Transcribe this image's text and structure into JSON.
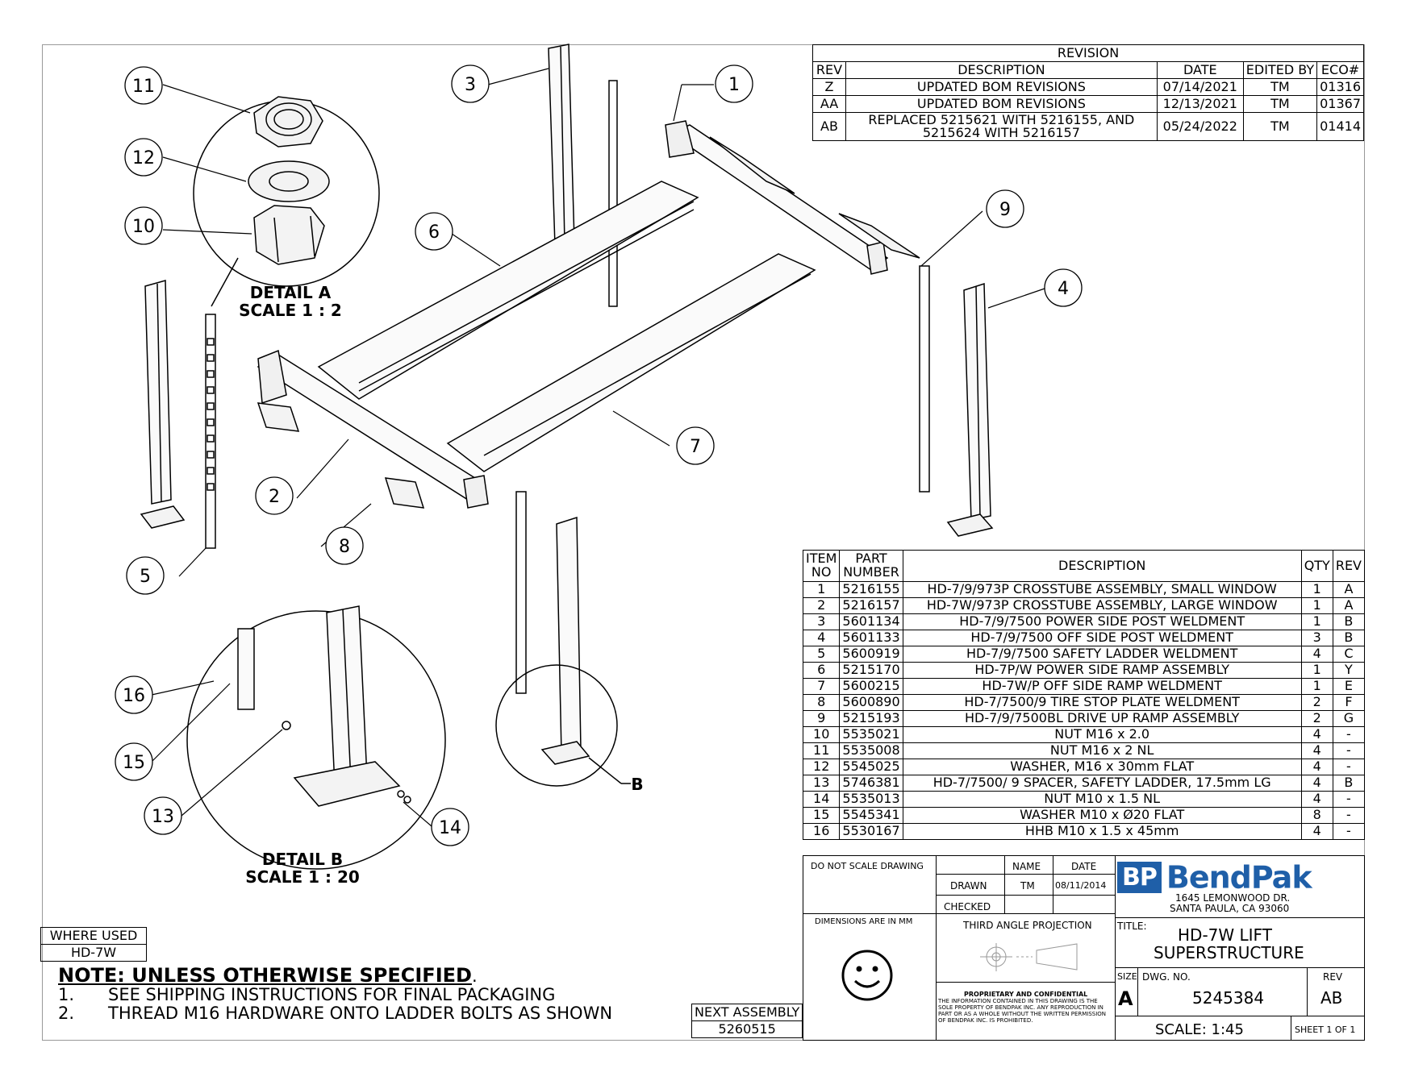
{
  "revision": {
    "title": "REVISION",
    "headers": [
      "REV",
      "DESCRIPTION",
      "DATE",
      "EDITED BY",
      "ECO#"
    ],
    "rows": [
      [
        "Z",
        "UPDATED BOM REVISIONS",
        "07/14/2021",
        "TM",
        "01316"
      ],
      [
        "AA",
        "UPDATED BOM REVISIONS",
        "12/13/2021",
        "TM",
        "01367"
      ],
      [
        "AB",
        "REPLACED 5215621 WITH 5216155, AND 5215624 WITH 5216157",
        "05/24/2022",
        "TM",
        "01414"
      ]
    ]
  },
  "bom": {
    "headers": [
      "ITEM NO",
      "PART NUMBER",
      "DESCRIPTION",
      "QTY",
      "REV"
    ],
    "rows": [
      [
        "1",
        "5216155",
        "HD-7/9/973P CROSSTUBE ASSEMBLY, SMALL WINDOW",
        "1",
        "A"
      ],
      [
        "2",
        "5216157",
        "HD-7W/973P CROSSTUBE ASSEMBLY, LARGE WINDOW",
        "1",
        "A"
      ],
      [
        "3",
        "5601134",
        "HD-7/9/7500 POWER SIDE POST WELDMENT",
        "1",
        "B"
      ],
      [
        "4",
        "5601133",
        "HD-7/9/7500 OFF SIDE POST WELDMENT",
        "3",
        "B"
      ],
      [
        "5",
        "5600919",
        "HD-7/9/7500 SAFETY LADDER WELDMENT",
        "4",
        "C"
      ],
      [
        "6",
        "5215170",
        "HD-7P/W POWER SIDE RAMP ASSEMBLY",
        "1",
        "Y"
      ],
      [
        "7",
        "5600215",
        "HD-7W/P OFF SIDE RAMP WELDMENT",
        "1",
        "E"
      ],
      [
        "8",
        "5600890",
        "HD-7/7500/9 TIRE STOP PLATE WELDMENT",
        "2",
        "F"
      ],
      [
        "9",
        "5215193",
        "HD-7/9/7500BL DRIVE UP RAMP ASSEMBLY",
        "2",
        "G"
      ],
      [
        "10",
        "5535021",
        "NUT M16 x 2.0",
        "4",
        "-"
      ],
      [
        "11",
        "5535008",
        "NUT M16 x 2 NL",
        "4",
        "-"
      ],
      [
        "12",
        "5545025",
        "WASHER, M16 x 30mm FLAT",
        "4",
        "-"
      ],
      [
        "13",
        "5746381",
        "HD-7/7500/ 9 SPACER, SAFETY LADDER, 17.5mm LG",
        "4",
        "B"
      ],
      [
        "14",
        "5535013",
        "NUT M10 x 1.5 NL",
        "4",
        "-"
      ],
      [
        "15",
        "5545341",
        "WASHER M10 x Ø20 FLAT",
        "8",
        "-"
      ],
      [
        "16",
        "5530167",
        "HHB M10 x 1.5 x 45mm",
        "4",
        "-"
      ]
    ]
  },
  "balloons": [
    "1",
    "2",
    "3",
    "4",
    "5",
    "6",
    "7",
    "8",
    "9",
    "10",
    "11",
    "12",
    "13",
    "14",
    "15",
    "16"
  ],
  "detail_a": {
    "line1": "DETAIL A",
    "line2": "SCALE 1 : 2"
  },
  "detail_b": {
    "line1": "DETAIL B",
    "line2": "SCALE 1 : 20"
  },
  "detail_b_letter": "B",
  "title_block": {
    "do_not_scale": "DO NOT SCALE DRAWING",
    "name_hdr": "NAME",
    "date_hdr": "DATE",
    "drawn_label": "DRAWN",
    "drawn_name": "TM",
    "drawn_date": "08/11/2014",
    "checked_label": "CHECKED",
    "dimensions": "DIMENSIONS ARE IN MM",
    "projection": "THIRD ANGLE PROJECTION",
    "proprietary_title": "PROPRIETARY AND CONFIDENTIAL",
    "proprietary_text": "THE INFORMATION CONTAINED IN THIS DRAWING IS THE SOLE PROPERTY OF BENDPAK INC. ANY REPRODUCTION IN PART OR AS A WHOLE WITHOUT THE WRITTEN PERMISSION OF BENDPAK INC. IS PROHIBITED.",
    "logo_bp": "BP",
    "logo_word": "BendPak",
    "address1": "1645 LEMONWOOD DR.",
    "address2": "SANTA PAULA, CA 93060",
    "title_label": "TITLE:",
    "title1": "HD-7W LIFT",
    "title2": "SUPERSTRUCTURE",
    "size_label": "SIZE",
    "size": "A",
    "dwg_label": "DWG.  NO.",
    "dwg_no": "5245384",
    "rev_label": "REV",
    "rev": "AB",
    "scale": "SCALE: 1:45",
    "sheet": "SHEET 1 OF 1"
  },
  "where_used": {
    "label": "WHERE USED",
    "value": "HD-7W"
  },
  "next_assembly": {
    "label": "NEXT ASSEMBLY",
    "value": "5260515"
  },
  "notes": {
    "header": "NOTE: UNLESS OTHERWISE SPECIFIED",
    "items": [
      {
        "num": "1.",
        "text": "SEE SHIPPING INSTRUCTIONS FOR FINAL PACKAGING"
      },
      {
        "num": "2.",
        "text": "THREAD M16 HARDWARE ONTO LADDER BOLTS AS SHOWN"
      }
    ]
  }
}
